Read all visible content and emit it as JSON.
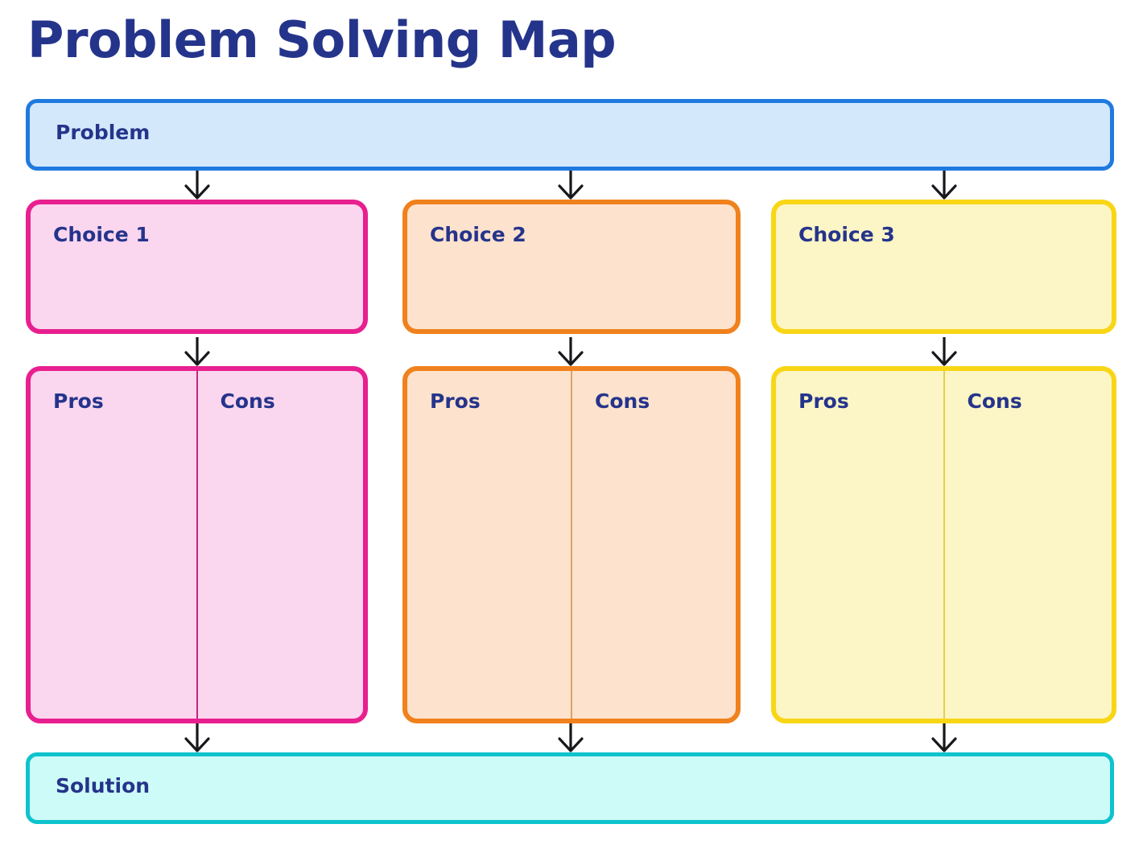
{
  "page": {
    "title": "Problem Solving Map",
    "background": "#ffffff",
    "text_color": "#25348b"
  },
  "problem": {
    "label": "Problem",
    "border_color": "#1f7ae0",
    "fill_color": "#d3e8fb"
  },
  "solution": {
    "label": "Solution",
    "border_color": "#0dc3ce",
    "fill_color": "#cdfbf8"
  },
  "columns": [
    {
      "choice_label": "Choice 1",
      "pros_label": "Pros",
      "cons_label": "Cons",
      "border_color": "#e81f8f",
      "fill_color": "#fbd6ef",
      "divider_color": "#c4267f"
    },
    {
      "choice_label": "Choice 2",
      "pros_label": "Pros",
      "cons_label": "Cons",
      "border_color": "#f0811c",
      "fill_color": "#fde2cd",
      "divider_color": "#d9a467"
    },
    {
      "choice_label": "Choice 3",
      "pros_label": "Pros",
      "cons_label": "Cons",
      "border_color": "#f8d616",
      "fill_color": "#fcf5c5",
      "divider_color": "#e5cf4a"
    }
  ],
  "connectors": {
    "color": "#17181c",
    "icon": "arrow-down-icon",
    "count": 9
  }
}
